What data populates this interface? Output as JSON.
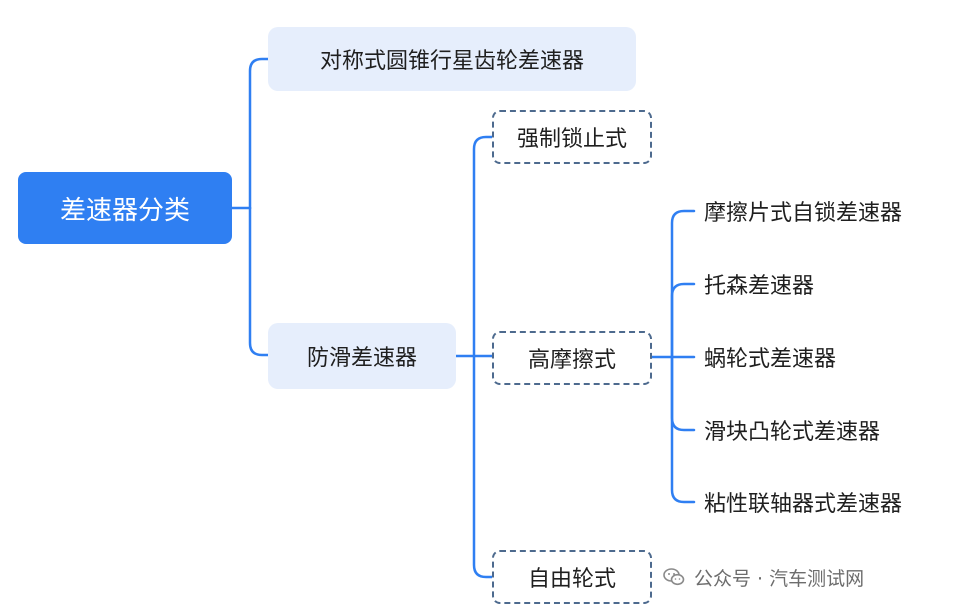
{
  "colors": {
    "root_fill": "#2f7ff2",
    "level1_fill": "#e6eefc",
    "connector": "#2f7ff2",
    "dashed_border": "#4d6a8e",
    "text": "#1f1f1f",
    "watermark_text": "#6d6d6d"
  },
  "mindmap": {
    "root": "差速器分类",
    "branch_1": "对称式圆锥行星齿轮差速器",
    "branch_2": "防滑差速器",
    "sub_1": "强制锁止式",
    "sub_2": "高摩擦式",
    "sub_3": "自由轮式",
    "leaves": [
      "摩擦片式自锁差速器",
      "托森差速器",
      "蜗轮式差速器",
      "滑块凸轮式差速器",
      "粘性联轴器式差速器"
    ]
  },
  "watermark": {
    "icon": "wechat-icon",
    "text": "公众号 · 汽车测试网"
  }
}
